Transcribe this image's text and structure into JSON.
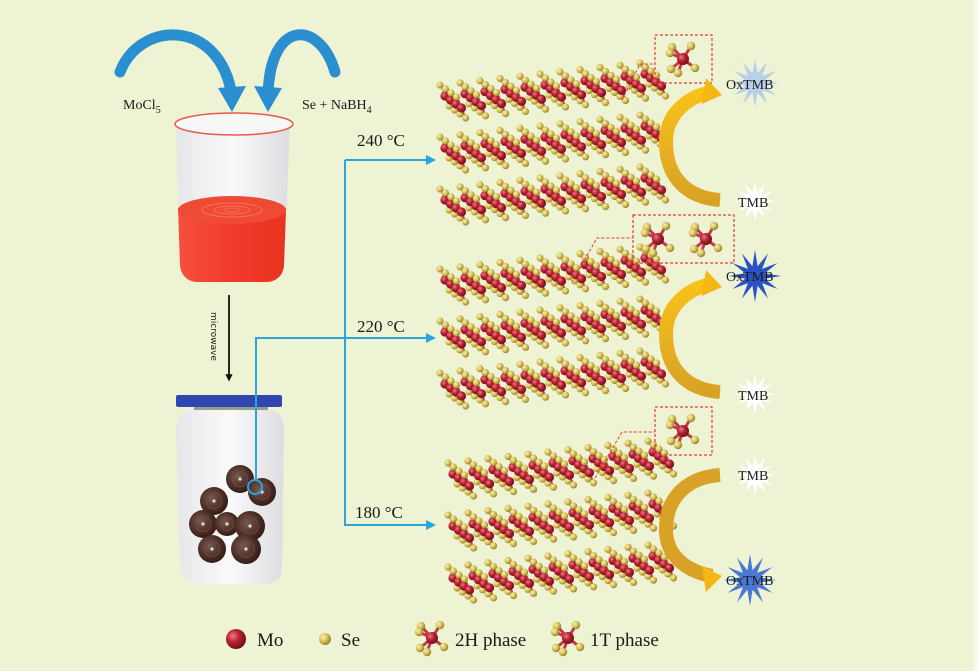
{
  "figure": {
    "type": "synthesis-schematic",
    "colors": {
      "background": "#eef3d4",
      "mo_atom": "#b82232",
      "se_atom": "#d8c35c",
      "bond": "#c23a48",
      "process_line": "#2aa6dd",
      "reagent_arrow": "#2a8fd0",
      "solution": "#f23a2a",
      "jar_lid": "#2f45b0",
      "nanoflower": "#4a2c24",
      "catalysis_arrow_top": "#f5b716",
      "catalysis_arrow_bottom": "#d9a227",
      "oxtmb_star_strong": "#2a52c4",
      "oxtmb_star_faint": "#b8cfe8",
      "tmb_star": "#ffffff",
      "inset_border": "#e83a3a"
    }
  },
  "reagents": {
    "left": "MoCl",
    "left_sub": "5",
    "right": "Se + NaBH",
    "right_sub": "4"
  },
  "process": {
    "step_label": "microwave",
    "temperatures": [
      {
        "label": "240 °C",
        "inset_phase": "1T",
        "activity": "weak",
        "top_label": "OxTMB",
        "bottom_label": "TMB"
      },
      {
        "label": "220 °C",
        "inset_phase": "1T+2H",
        "activity": "strong",
        "top_label": "OxTMB",
        "bottom_label": "TMB"
      },
      {
        "label": "180 °C",
        "inset_phase": "1T",
        "activity": "moderate",
        "top_label": "TMB",
        "bottom_label": "OxTMB"
      }
    ]
  },
  "legend": {
    "items": [
      {
        "name": "Mo",
        "symbol": "mo-atom"
      },
      {
        "name": "Se",
        "symbol": "se-atom"
      },
      {
        "name": "2H phase",
        "symbol": "2h-unit"
      },
      {
        "name": "1T phase",
        "symbol": "1t-unit"
      }
    ]
  }
}
